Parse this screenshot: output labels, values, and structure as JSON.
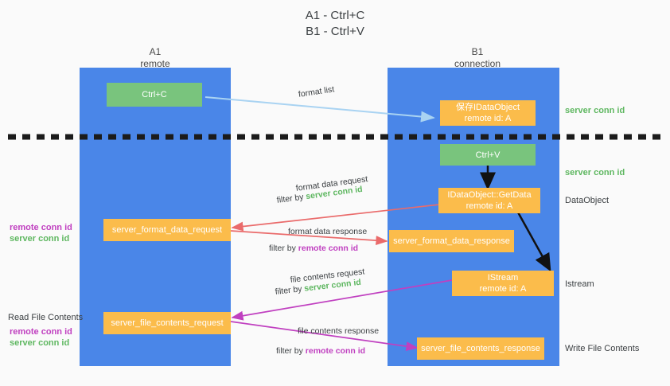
{
  "title": {
    "line1": "A1 - Ctrl+C",
    "line2": "B1 - Ctrl+V"
  },
  "columns": [
    {
      "name": "A1",
      "sub": "remote"
    },
    {
      "name": "B1",
      "sub": "connection"
    }
  ],
  "left_lane_boxes": [
    {
      "label": "Ctrl+C",
      "color": "green"
    },
    {
      "label": "server_format_data_request",
      "color": "orange"
    },
    {
      "label": "server_file_contents_request",
      "color": "orange"
    }
  ],
  "right_lane_boxes": [
    {
      "line1": "保存IDataObject",
      "line2": "remote id: A",
      "color": "orange"
    },
    {
      "line1": "Ctrl+V",
      "line2": "",
      "color": "green"
    },
    {
      "line1": "IDataObject::GetData",
      "line2": "remote id: A",
      "color": "orange"
    },
    {
      "line1": "server_format_data_response",
      "line2": "",
      "color": "orange"
    },
    {
      "line1": "IStream",
      "line2": "remote id: A",
      "color": "orange"
    },
    {
      "line1": "server_file_contents_response",
      "line2": "",
      "color": "orange"
    }
  ],
  "edge_labels": {
    "format_list": "format list",
    "format_data_request": "format data request",
    "format_data_response": "format data response",
    "file_contents_request": "file contents request",
    "file_contents_response": "file contents response",
    "filter_by": "filter by ",
    "server_conn_id": "server conn id",
    "remote_conn_id": "remote conn id"
  },
  "right_side_labels": [
    {
      "text": "server conn id",
      "kind": "green"
    },
    {
      "text": "server conn id",
      "kind": "green"
    },
    {
      "text": "DataObject",
      "kind": "plain"
    },
    {
      "text": "Istream",
      "kind": "plain"
    },
    {
      "text": "Write File Contents",
      "kind": "plain"
    }
  ],
  "left_side_labels": [
    {
      "text": "remote conn id",
      "kind": "purple"
    },
    {
      "text": "server conn id",
      "kind": "green"
    },
    {
      "text": "Read File Contents",
      "kind": "plain"
    },
    {
      "text": "remote conn id",
      "kind": "purple"
    },
    {
      "text": "server conn id",
      "kind": "green"
    }
  ],
  "colors": {
    "lane": "#4a86e8",
    "green_box": "#79c47d",
    "orange_box": "#fbbc4b",
    "green_text": "#5eb760",
    "purple_text": "#c040c0",
    "arrow_blue": "#a9d3f2",
    "arrow_red": "#ea6b6b",
    "arrow_purple": "#c040c0",
    "arrow_black": "#111111",
    "background": "#fafafa"
  }
}
